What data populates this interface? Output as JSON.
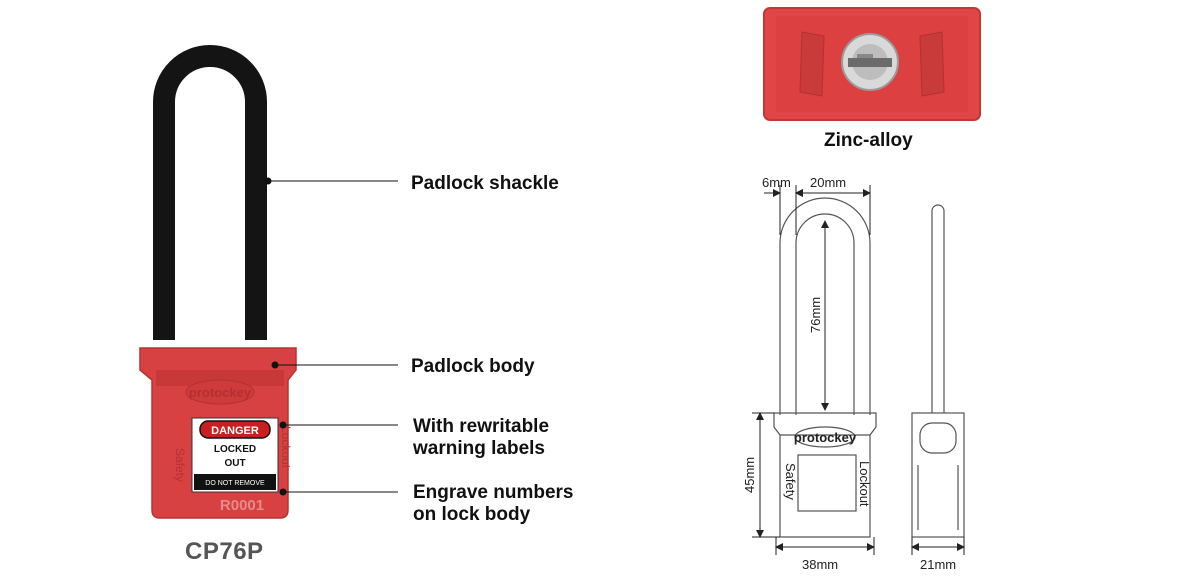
{
  "product": {
    "model": "CP76P",
    "brand": "protockey",
    "brand_color": "#d93a3a",
    "shackle_color": "#111111"
  },
  "label_tag": {
    "danger": "DANGER",
    "locked": "LOCKED",
    "out": "OUT",
    "notice": "DO NOT REMOVE",
    "number": "R0001",
    "side_left": "Safety",
    "side_right": "Lockout"
  },
  "callouts": [
    {
      "text": "Padlock shackle"
    },
    {
      "text": "Padlock body"
    },
    {
      "text": "With rewritable\nwarning labels"
    },
    {
      "text": "Engrave numbers\non lock body"
    }
  ],
  "material": {
    "text": "Zinc-alloy"
  },
  "drawing": {
    "brand": "protockey",
    "side_left": "Safety",
    "side_right": "Lockout",
    "dimensions": {
      "shackle_thickness": "6mm",
      "shackle_inner_width": "20mm",
      "shackle_height": "76mm",
      "body_height": "45mm",
      "body_width": "38mm",
      "body_depth": "21mm"
    }
  }
}
